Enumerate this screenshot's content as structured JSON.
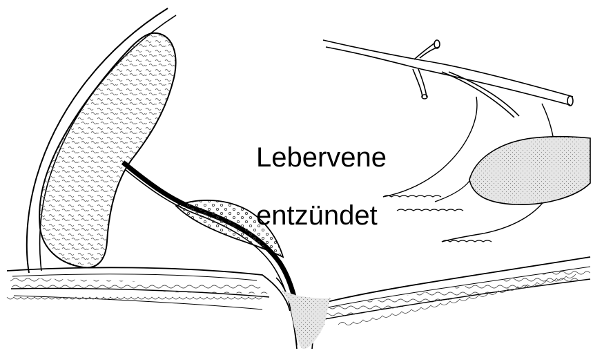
{
  "labels": {
    "line1": "Lebervene",
    "line2": "entzündet"
  },
  "colors": {
    "ink": "#000000",
    "background": "#ffffff",
    "gland_fill": "#e6e6e6",
    "pattern_stroke": "#6a6a6a"
  },
  "icons": {
    "liver_lobe": "wavy-textured-lobe",
    "gallbladder_like_sac": "dotted-sac",
    "vein_tree": "branching-vessels",
    "organ": "stippled-oval-gland"
  }
}
